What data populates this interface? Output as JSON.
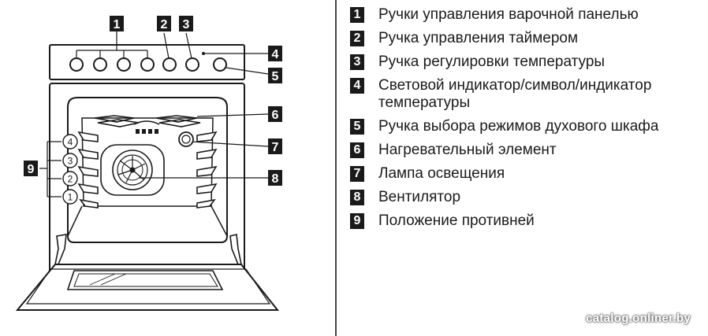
{
  "legend": [
    {
      "num": "1",
      "text": "Ручки управления варочной панелью"
    },
    {
      "num": "2",
      "text": "Ручка управления таймером"
    },
    {
      "num": "3",
      "text": "Ручка регулировки температуры"
    },
    {
      "num": "4",
      "text": "Световой индикатор/символ/индикатор температуры"
    },
    {
      "num": "5",
      "text": "Ручка выбора режимов духового шкафа"
    },
    {
      "num": "6",
      "text": "Нагревательный элемент"
    },
    {
      "num": "7",
      "text": "Лампа освещения"
    },
    {
      "num": "8",
      "text": "Вентилятор"
    },
    {
      "num": "9",
      "text": "Положение противней"
    }
  ],
  "diagram": {
    "callouts": [
      "1",
      "2",
      "3",
      "4",
      "5",
      "6",
      "7",
      "8",
      "9"
    ],
    "shelf_positions": [
      "4",
      "3",
      "2",
      "1"
    ]
  },
  "watermark": "catalog.onliner.by",
  "colors": {
    "ink": "#1a1a1a",
    "paper": "#ffffff",
    "divider": "#444444"
  }
}
